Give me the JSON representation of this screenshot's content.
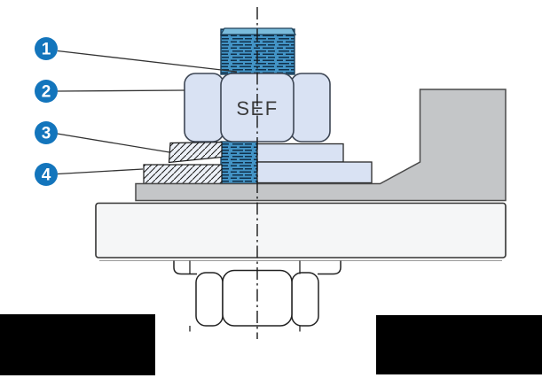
{
  "diagram": {
    "nut_label": "SEF",
    "callouts": [
      "1",
      "2",
      "3",
      "4"
    ],
    "colors": {
      "callout_blue": "#1375bc",
      "stud_blue": "#4394c6",
      "stud_bevel_blue": "#7bbcdc",
      "thread_dark": "#10304a",
      "part_light_blue": "#d9e2f3",
      "section_hatch_fill": "#edf1f8",
      "gray_part": "#c4c6c8",
      "flange_fill": "#f5f6f7",
      "outline_dark": "#333333",
      "redaction_black": "#000000"
    }
  }
}
